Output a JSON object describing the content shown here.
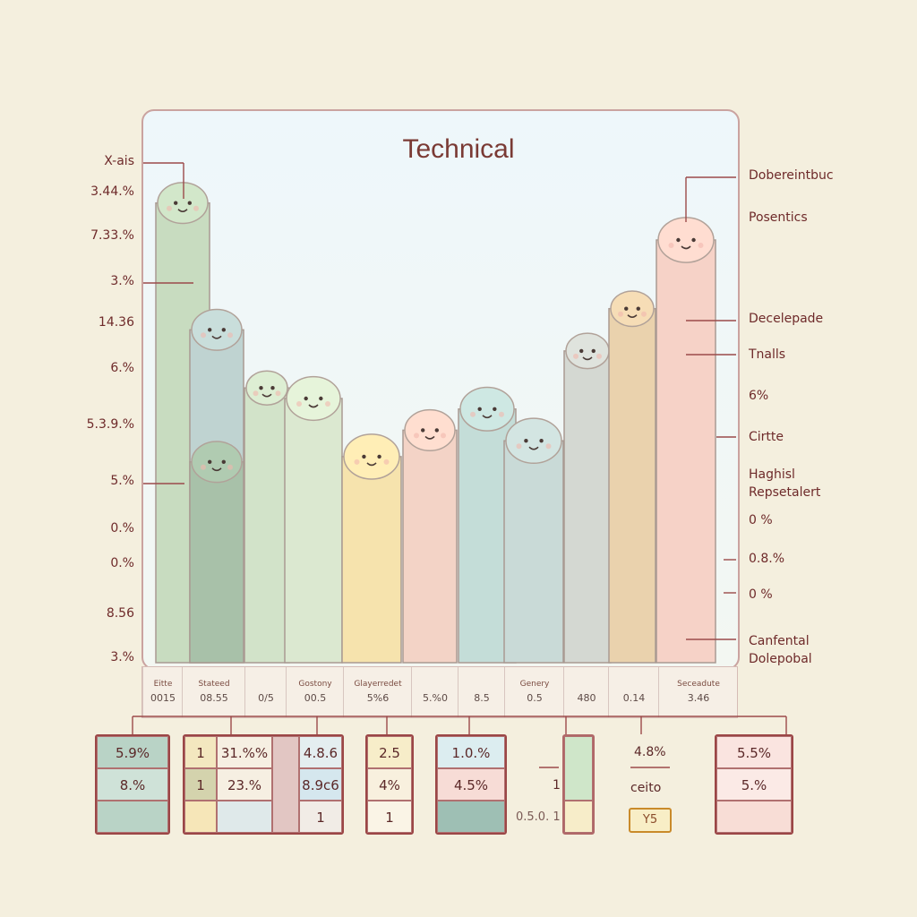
{
  "chart_data": {
    "type": "bar",
    "title": "Technical",
    "left_axis_labels": [
      "X-ais",
      "3.44.%",
      "7.33.%",
      "3.%",
      "14.36",
      "6.%",
      "5.3.9.%",
      "5.%",
      "0.%",
      "0.%",
      "8.56",
      "3.%"
    ],
    "right_axis_labels": [
      "Dobereintbuc",
      "Posentics",
      "Decelepade",
      "Tnalls",
      "6%",
      "Cirtte",
      "Haghisl Repsetalert",
      "0 %",
      "0.8.%",
      "0 %",
      "Canfental Dolepobal"
    ],
    "categories": [
      "Eitte",
      "Stateed",
      "",
      "Gostony",
      "Glayerredet",
      "",
      "",
      "Genery",
      "",
      "",
      "Seceadute"
    ],
    "category_values": [
      "0015",
      "08.55",
      "0/5",
      "00.5",
      "5%6",
      "5.%0",
      "8.5",
      "0.5",
      "480",
      "0.14",
      "3.46"
    ],
    "values": [
      87,
      63,
      52,
      50,
      39,
      44,
      48,
      42,
      59,
      67,
      80
    ],
    "overlay_bar": {
      "category_index": 1,
      "value": 38
    },
    "colors": [
      "#c8dcc0",
      "#bfd3d1",
      "#d2e3c9",
      "#dbe8d0",
      "#f6e3ad",
      "#f3d3c6",
      "#c4ddd8",
      "#c9dad7",
      "#d4d8d2",
      "#ead2ad",
      "#f6d2c7"
    ],
    "overlay_color": "#a8c1a9",
    "grid": false,
    "legend": "none"
  },
  "tables": {
    "t1": [
      "5.9%",
      "8.%"
    ],
    "t2": [
      "1",
      "1",
      "31.%%",
      "23.%",
      "4.8.6",
      "8.9c6",
      "1"
    ],
    "t3": [
      "2.5",
      "4%",
      "1"
    ],
    "t4": [
      "1.0.%",
      "4.5%"
    ],
    "t5_nums": [
      "1",
      "1"
    ],
    "t5_foot": "0.5.0. 1",
    "t6": [
      "4.8%",
      "ceito",
      "Y5"
    ],
    "t7": [
      "5.5%",
      "5.%"
    ]
  }
}
